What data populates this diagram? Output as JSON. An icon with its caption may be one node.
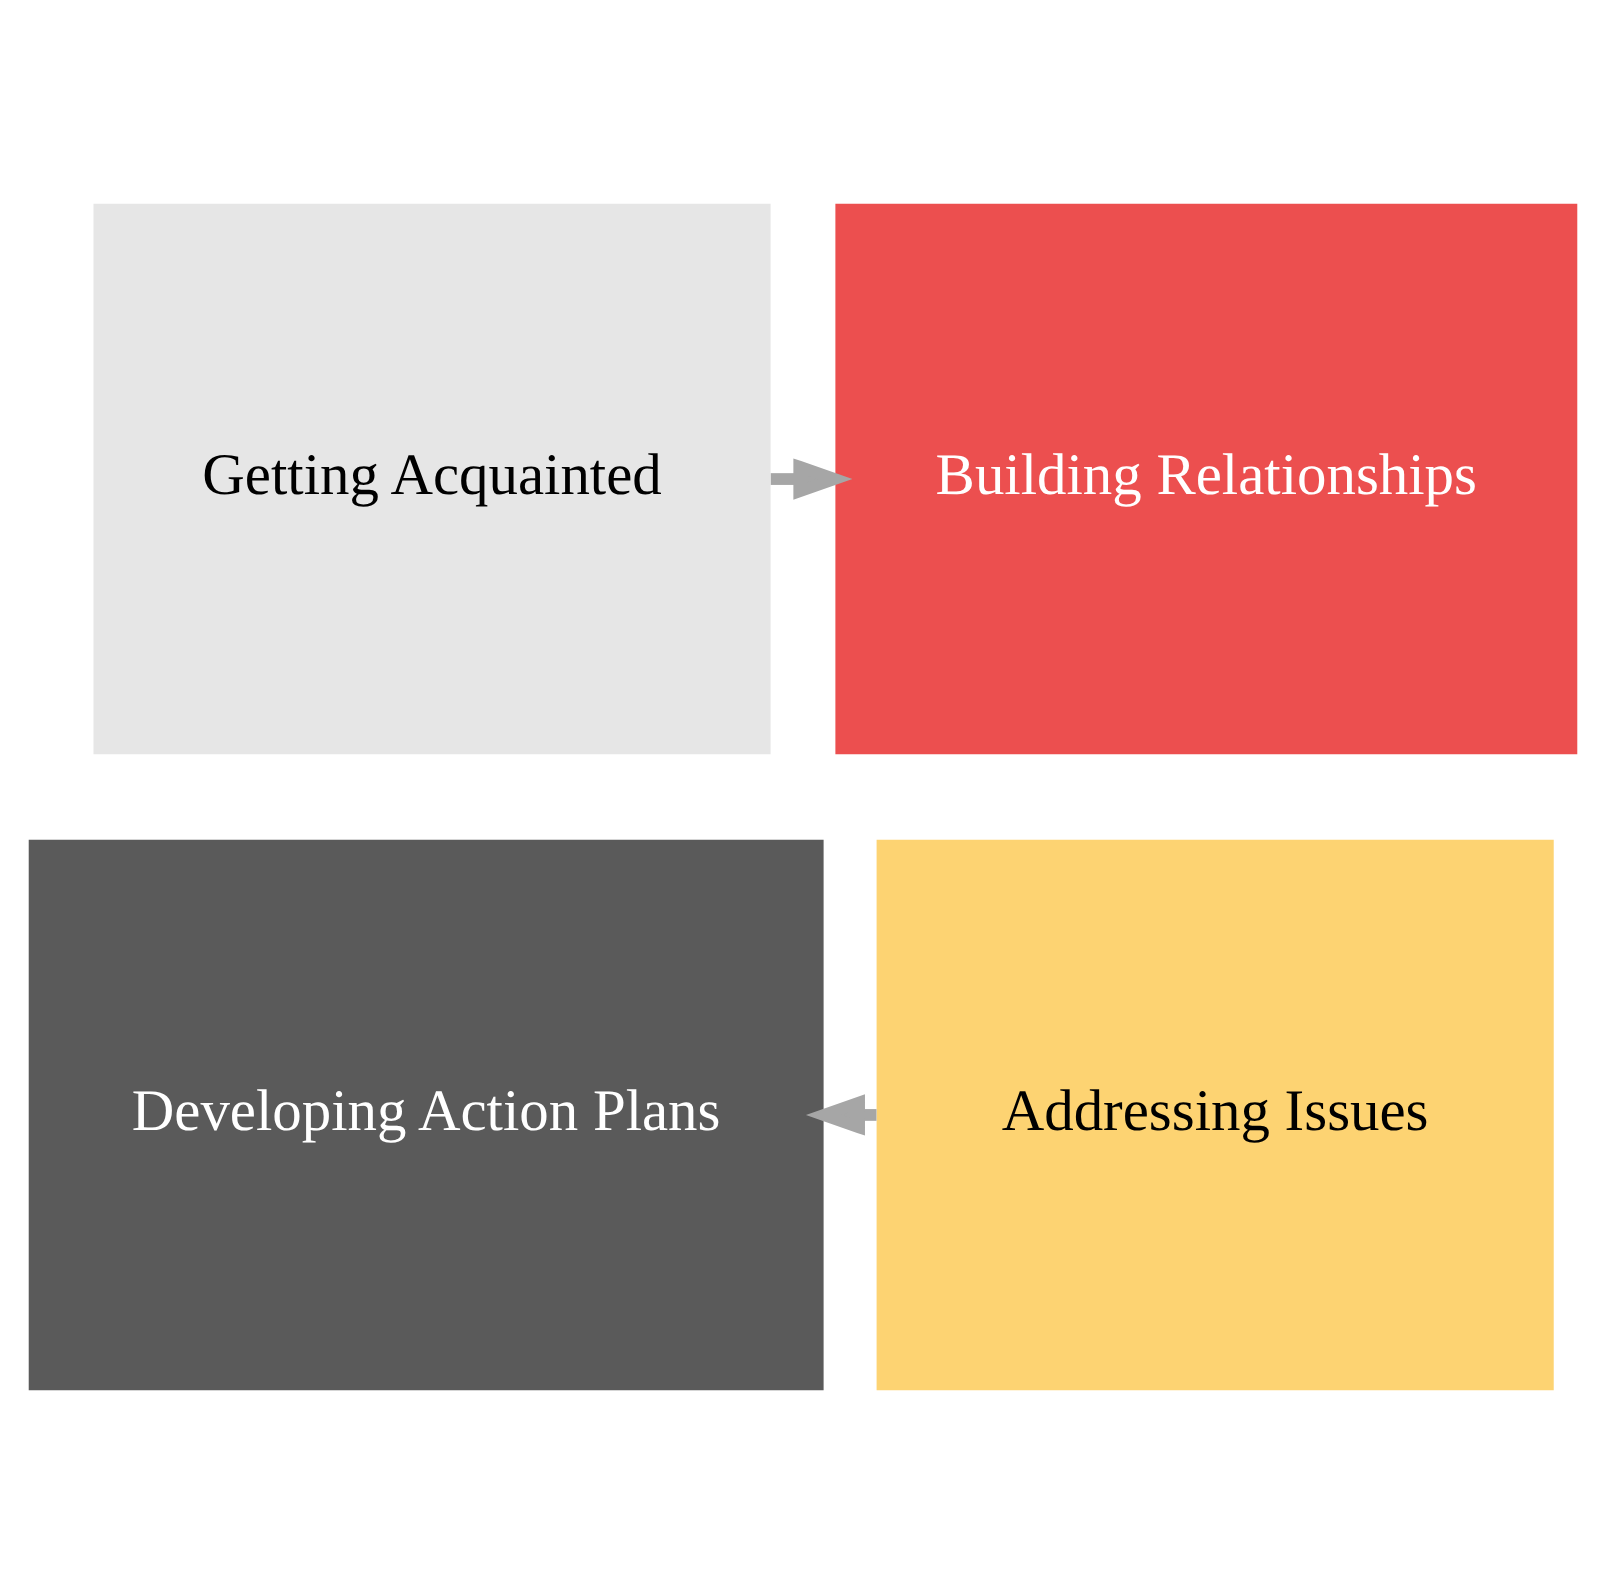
{
  "diagram": {
    "nodes": [
      {
        "text": [
          "Getting Acquainted"
        ]
      },
      {
        "text": [
          "Building Relationships"
        ]
      },
      {
        "text": [
          "Developing Action Plans"
        ]
      },
      {
        "text": [
          "Addressing Issues"
        ]
      }
    ],
    "edges": [
      {
        "from": 0,
        "to": 1,
        "arrow": "to"
      },
      {
        "from": 3,
        "to": 2,
        "arrow": "to"
      }
    ]
  }
}
